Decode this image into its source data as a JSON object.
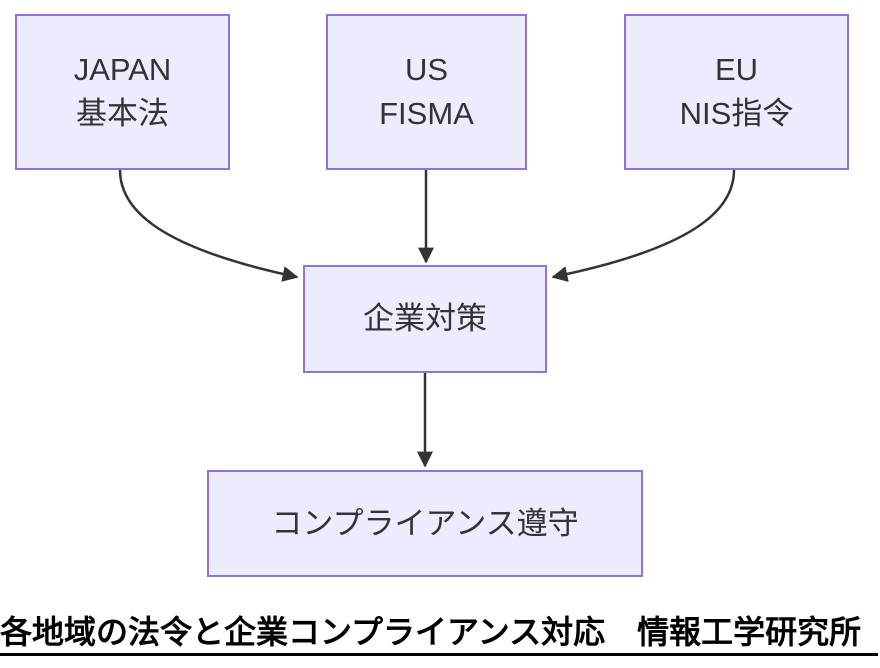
{
  "diagram": {
    "nodes": {
      "japan": {
        "line1": "JAPAN",
        "line2": "基本法"
      },
      "us": {
        "line1": "US",
        "line2": "FISMA"
      },
      "eu": {
        "line1": "EU",
        "line2": "NIS指令"
      },
      "corporate": {
        "label": "企業対策"
      },
      "compliance": {
        "label": "コンプライアンス遵守"
      }
    },
    "edges": [
      {
        "from": "JAPAN 基本法",
        "to": "企業対策"
      },
      {
        "from": "US FISMA",
        "to": "企業対策"
      },
      {
        "from": "EU NIS指令",
        "to": "企業対策"
      },
      {
        "from": "企業対策",
        "to": "コンプライアンス遵守"
      }
    ],
    "colors": {
      "node_fill": "#ECECFF",
      "node_border": "#9370DB",
      "edge": "#333333",
      "node_text": "#333333",
      "caption_text": "#000000"
    }
  },
  "caption": {
    "text": "各地域の法令と企業コンプライアンス対応　情報工学研究所"
  }
}
